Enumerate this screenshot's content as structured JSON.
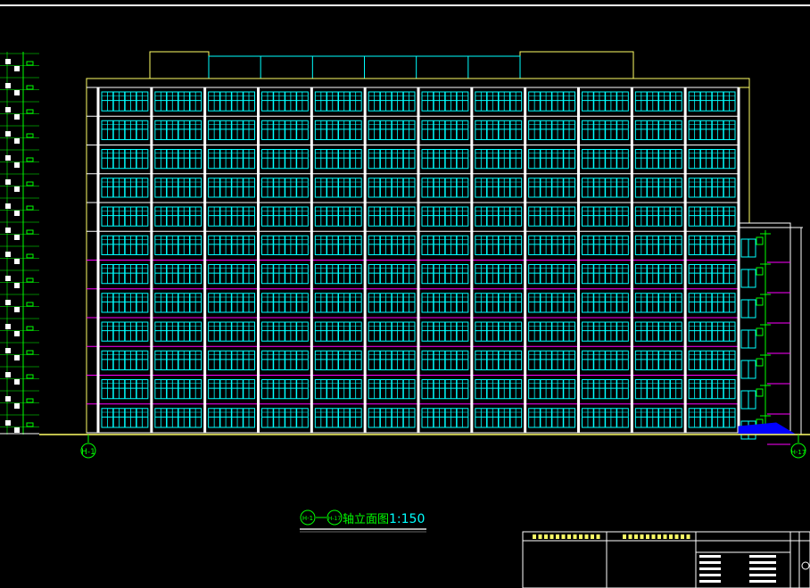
{
  "drawing": {
    "title_axis_start": "H-1",
    "title_axis_end": "H-17",
    "title_text": "轴立面图",
    "title_scale": "1:150",
    "axis_left": "H-1",
    "axis_right": "H-17"
  },
  "building": {
    "bays": 12,
    "floors": 12
  },
  "colors": {
    "background": "#000000",
    "frame": "#ffffff",
    "window": "#00ffff",
    "wall": "#ffff66",
    "floor_line": "#ff00ff",
    "dimension": "#00ff00",
    "ground": "#ffff66",
    "blue_mark": "#0000ff"
  }
}
